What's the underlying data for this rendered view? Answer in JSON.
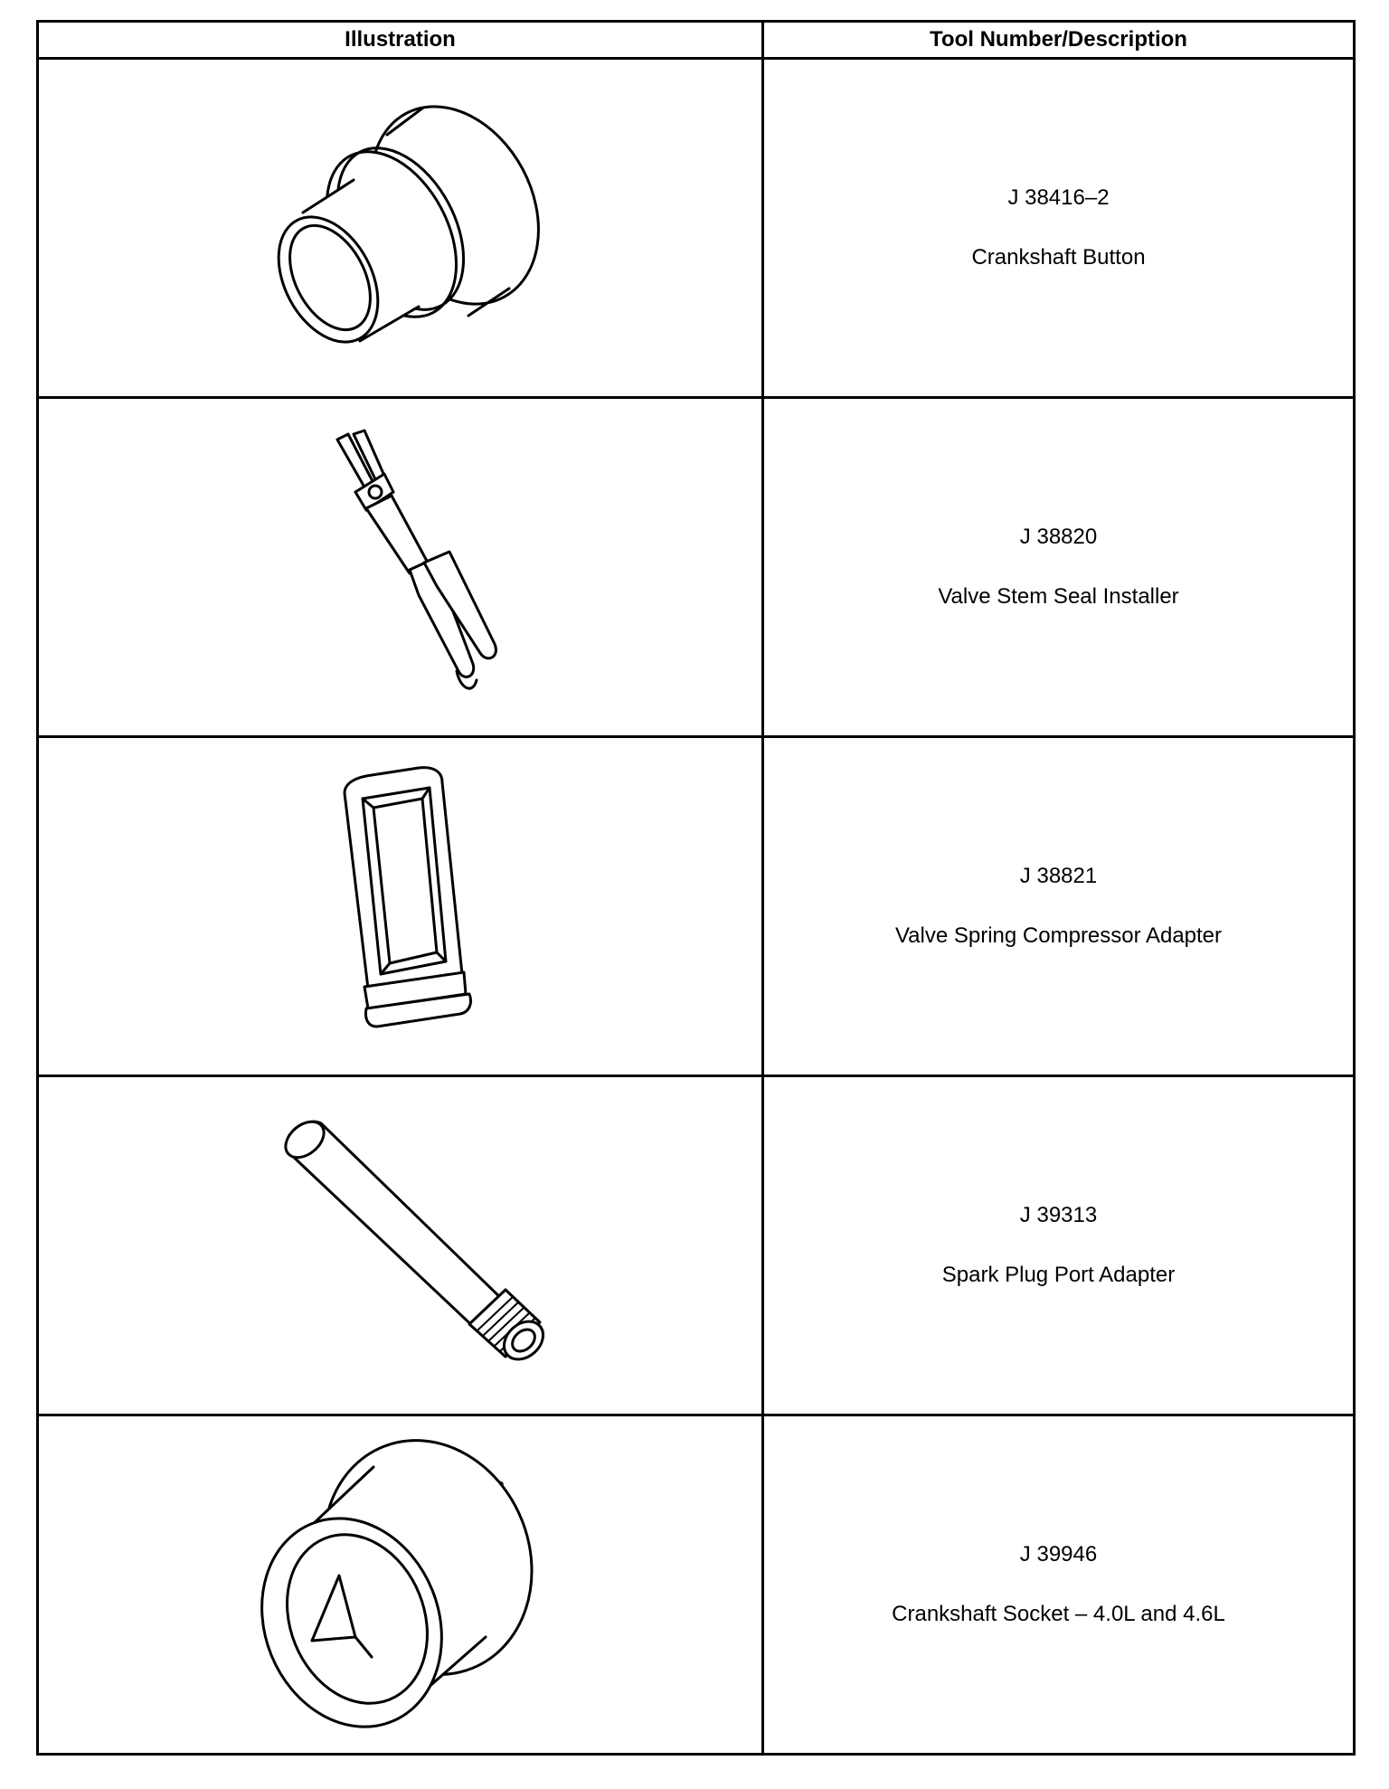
{
  "header": {
    "illustration": "Illustration",
    "description": "Tool Number/Description"
  },
  "tools": [
    {
      "number": "J 38416–2",
      "description": "Crankshaft Button",
      "icon": "crankshaft-button-icon"
    },
    {
      "number": "J 38820",
      "description": "Valve Stem Seal Installer",
      "icon": "valve-stem-seal-installer-icon"
    },
    {
      "number": "J 38821",
      "description": "Valve Spring Compressor Adapter",
      "icon": "valve-spring-compressor-adapter-icon"
    },
    {
      "number": "J 39313",
      "description": "Spark Plug Port Adapter",
      "icon": "spark-plug-port-adapter-icon"
    },
    {
      "number": "J 39946",
      "description": "Crankshaft Socket – 4.0L and 4.6L",
      "icon": "crankshaft-socket-icon"
    }
  ]
}
